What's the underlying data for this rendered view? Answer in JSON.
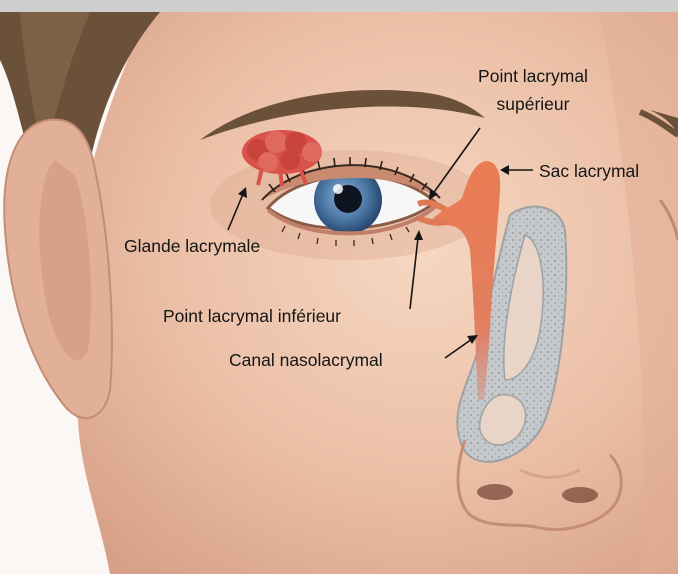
{
  "labels": {
    "point_superieur_line1": "Point lacrymal",
    "point_superieur_line2": "supérieur",
    "sac_lacrymal": "Sac lacrymal",
    "glande_lacrymale": "Glande lacrymale",
    "point_inferieur": "Point lacrymal inférieur",
    "canal_nasolacrymal": "Canal nasolacrymal"
  },
  "colors": {
    "skin": "#edc3ab",
    "skin_shadow": "#d9a48a",
    "hair": "#6b5139",
    "iris": "#4d79a6",
    "lacrimal_orange": "#e0764f",
    "gland_red": "#d9534a",
    "sinus_gray": "#c6c9cb",
    "top_bar": "#cfcfcf"
  }
}
